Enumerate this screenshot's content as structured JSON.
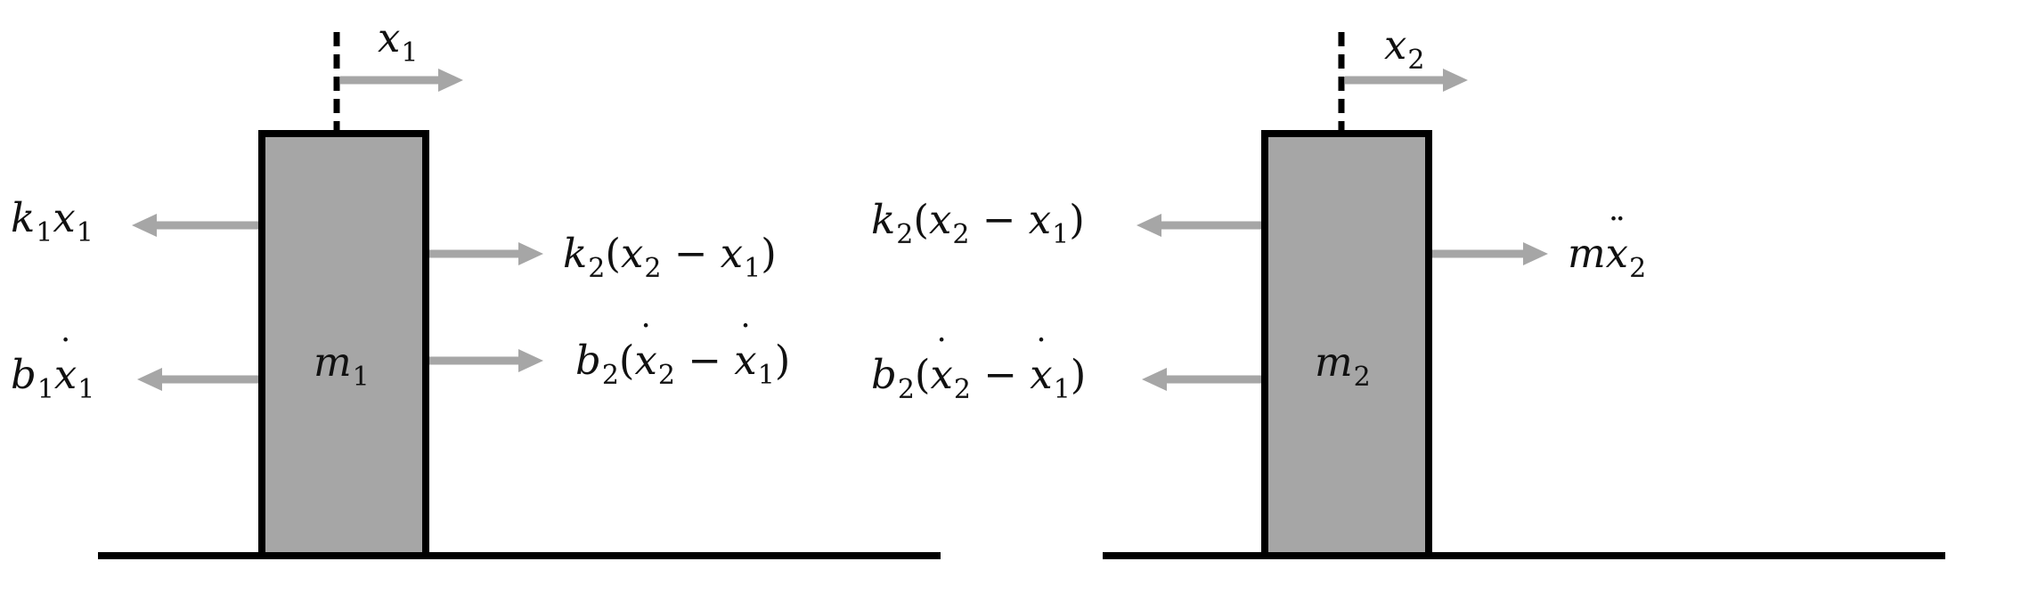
{
  "colors": {
    "block_fill": "#a6a6a6",
    "arrow": "#a6a6a6",
    "line": "#000000"
  },
  "left_diagram": {
    "position_var": {
      "sym": "x",
      "sub": "1"
    },
    "mass": {
      "sym": "m",
      "sub": "1"
    },
    "forces": {
      "spring_left": {
        "pre": "k",
        "pre_sub": "1",
        "sym": "x",
        "sub": "1"
      },
      "damper_left": {
        "pre": "b",
        "pre_sub": "1",
        "sym": "x",
        "sub": "1"
      },
      "spring_right": {
        "pre": "k",
        "pre_sub": "2",
        "a": "x",
        "a_sub": "2",
        "op": "−",
        "b": "x",
        "b_sub": "1"
      },
      "damper_right": {
        "pre": "b",
        "pre_sub": "2",
        "a": "x",
        "a_sub": "2",
        "op": "−",
        "b": "x",
        "b_sub": "1"
      }
    }
  },
  "right_diagram": {
    "position_var": {
      "sym": "x",
      "sub": "2"
    },
    "mass": {
      "sym": "m",
      "sub": "2"
    },
    "forces": {
      "spring_left": {
        "pre": "k",
        "pre_sub": "2",
        "a": "x",
        "a_sub": "2",
        "op": "−",
        "b": "x",
        "b_sub": "1"
      },
      "damper_left": {
        "pre": "b",
        "pre_sub": "2",
        "a": "x",
        "a_sub": "2",
        "op": "−",
        "b": "x",
        "b_sub": "1"
      },
      "inertia": {
        "pre": "m",
        "sym": "x",
        "sub": "2"
      }
    }
  }
}
